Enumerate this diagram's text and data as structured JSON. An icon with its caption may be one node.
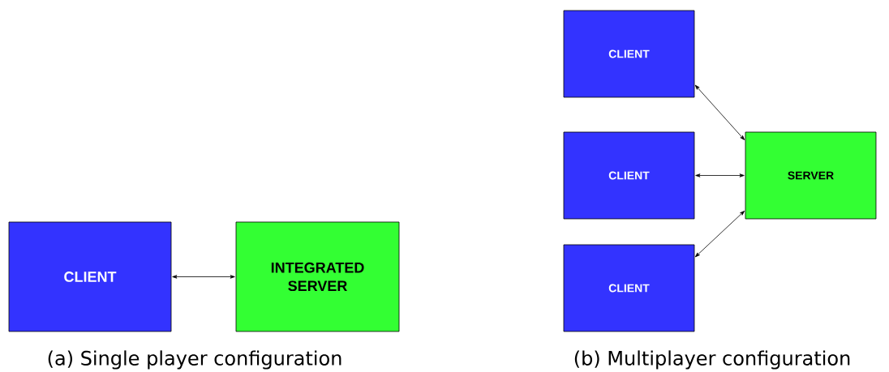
{
  "diagram": {
    "nodes": [
      {
        "text": [
          "CLIENT"
        ]
      },
      {
        "text": [
          "INTEGRATED SERVER"
        ]
      },
      {
        "text": [
          "CLIENT"
        ]
      },
      {
        "text": [
          "CLIENT"
        ]
      },
      {
        "text": [
          "CLIENT"
        ]
      },
      {
        "text": [
          "SERVER"
        ]
      }
    ],
    "edges": [
      {
        "from": 0,
        "to": 1,
        "arrow": "both"
      },
      {
        "from": 2,
        "to": 5,
        "arrow": "both"
      },
      {
        "from": 3,
        "to": 5,
        "arrow": "both"
      },
      {
        "from": 4,
        "to": 5,
        "arrow": "both"
      }
    ],
    "labels": [
      "(a) Single player configuration",
      "(b) Multiplayer configuration"
    ]
  }
}
